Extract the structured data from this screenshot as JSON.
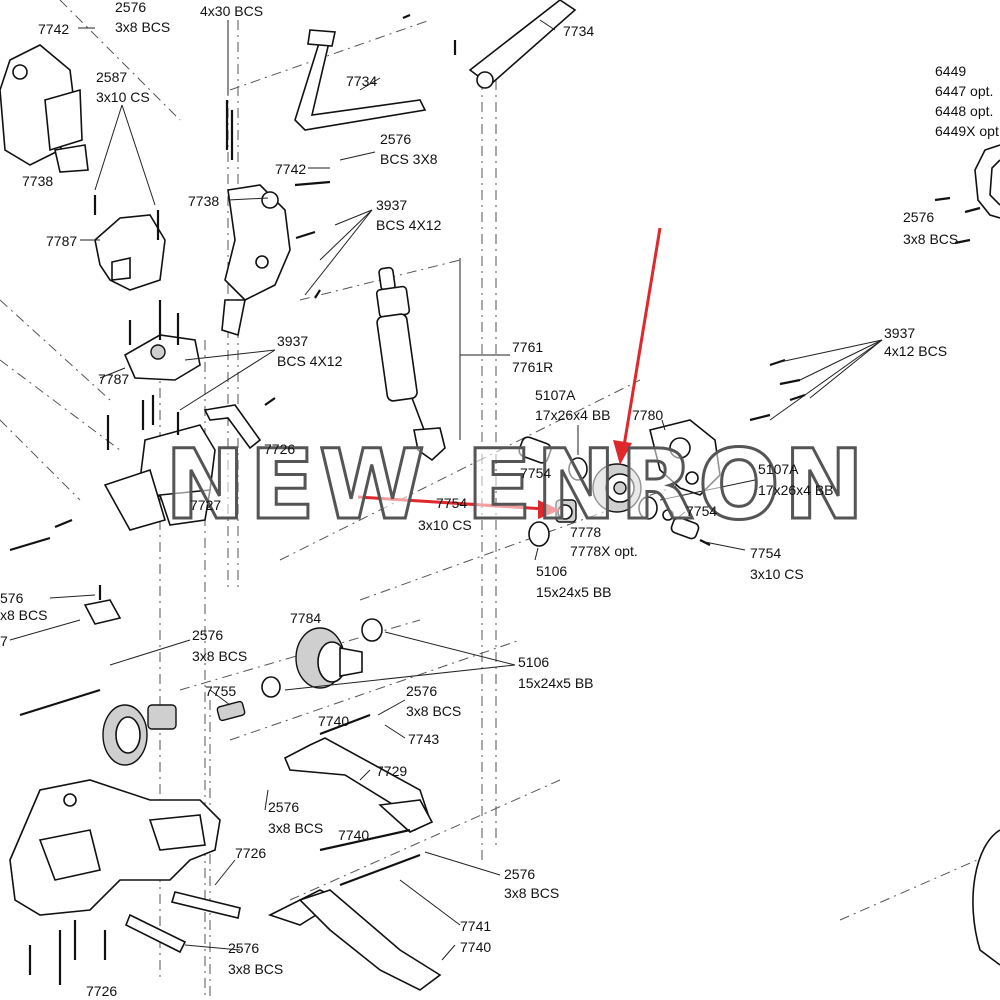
{
  "watermark": "NEW ENRON",
  "labels": [
    {
      "id": "l1",
      "text": "7742"
    },
    {
      "id": "l2",
      "text": "2576"
    },
    {
      "id": "l3",
      "text": "3x8 BCS"
    },
    {
      "id": "l4",
      "text": "4x30 BCS"
    },
    {
      "id": "l5",
      "text": "7734"
    },
    {
      "id": "l6",
      "text": "2587"
    },
    {
      "id": "l7",
      "text": "3x10 CS"
    },
    {
      "id": "l8",
      "text": "7738"
    },
    {
      "id": "l9",
      "text": "7734"
    },
    {
      "id": "l10",
      "text": "2576"
    },
    {
      "id": "l11",
      "text": "BCS 3X8"
    },
    {
      "id": "l12",
      "text": "7742"
    },
    {
      "id": "l13",
      "text": "7738"
    },
    {
      "id": "l14",
      "text": "3937"
    },
    {
      "id": "l15",
      "text": "BCS 4X12"
    },
    {
      "id": "l16",
      "text": "7787"
    },
    {
      "id": "l17",
      "text": "6449"
    },
    {
      "id": "l18",
      "text": "6447 opt."
    },
    {
      "id": "l19",
      "text": "6448 opt."
    },
    {
      "id": "l20",
      "text": "6449X opt."
    },
    {
      "id": "l21",
      "text": "2576"
    },
    {
      "id": "l22",
      "text": "3x8 BCS"
    },
    {
      "id": "l23",
      "text": "3937"
    },
    {
      "id": "l24",
      "text": "BCS 4X12"
    },
    {
      "id": "l25",
      "text": "7787"
    },
    {
      "id": "l26",
      "text": "7761"
    },
    {
      "id": "l27",
      "text": "7761R"
    },
    {
      "id": "l28",
      "text": "3937"
    },
    {
      "id": "l29",
      "text": "4x12 BCS"
    },
    {
      "id": "l30",
      "text": "5107A"
    },
    {
      "id": "l31",
      "text": "17x26x4 BB"
    },
    {
      "id": "l32",
      "text": "7780"
    },
    {
      "id": "l33",
      "text": "7726"
    },
    {
      "id": "l34",
      "text": "7754"
    },
    {
      "id": "l35",
      "text": "5107A"
    },
    {
      "id": "l36",
      "text": "17x26x4 BB"
    },
    {
      "id": "l37",
      "text": "7727"
    },
    {
      "id": "l38",
      "text": "7754"
    },
    {
      "id": "l39",
      "text": "3x10 CS"
    },
    {
      "id": "l40",
      "text": "7754"
    },
    {
      "id": "l41",
      "text": "7778"
    },
    {
      "id": "l42",
      "text": "7778X opt."
    },
    {
      "id": "l43",
      "text": "7754"
    },
    {
      "id": "l44",
      "text": "3x10 CS"
    },
    {
      "id": "l45",
      "text": "5106"
    },
    {
      "id": "l46",
      "text": "15x24x5 BB"
    },
    {
      "id": "l47",
      "text": "576"
    },
    {
      "id": "l48",
      "text": "x8 BCS"
    },
    {
      "id": "l49",
      "text": "7784"
    },
    {
      "id": "l50",
      "text": "2576"
    },
    {
      "id": "l51",
      "text": "3x8 BCS"
    },
    {
      "id": "l52",
      "text": "7"
    },
    {
      "id": "l53",
      "text": "5106"
    },
    {
      "id": "l54",
      "text": "15x24x5 BB"
    },
    {
      "id": "l55",
      "text": "7755"
    },
    {
      "id": "l56",
      "text": "2576"
    },
    {
      "id": "l57",
      "text": "3x8 BCS"
    },
    {
      "id": "l58",
      "text": "7740"
    },
    {
      "id": "l59",
      "text": "7743"
    },
    {
      "id": "l60",
      "text": "7729"
    },
    {
      "id": "l61",
      "text": "2576"
    },
    {
      "id": "l62",
      "text": "3x8 BCS"
    },
    {
      "id": "l63",
      "text": "7740"
    },
    {
      "id": "l64",
      "text": "7726"
    },
    {
      "id": "l65",
      "text": "2576"
    },
    {
      "id": "l66",
      "text": "3x8 BCS"
    },
    {
      "id": "l67",
      "text": "7741"
    },
    {
      "id": "l68",
      "text": "7740"
    },
    {
      "id": "l69",
      "text": "2576"
    },
    {
      "id": "l70",
      "text": "3x8 BCS"
    },
    {
      "id": "l71",
      "text": "7726"
    }
  ],
  "colors": {
    "arrow": "#e0282c",
    "ink": "#111111",
    "background": "#ffffff"
  }
}
